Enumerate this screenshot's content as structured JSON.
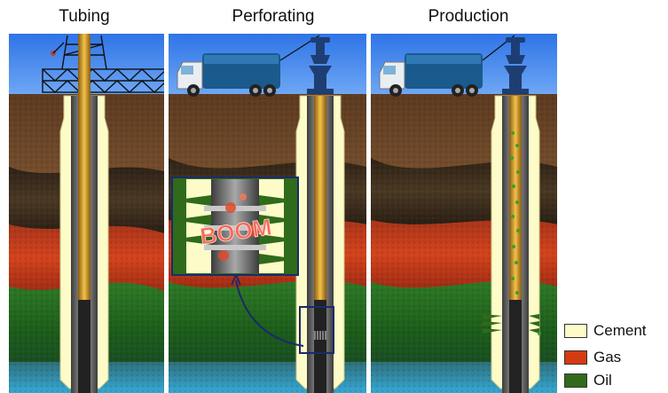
{
  "titles": {
    "tubing": "Tubing",
    "perforating": "Perforating",
    "production": "Production"
  },
  "boom_text": "BOOM",
  "legend": [
    {
      "label": "Cement",
      "color": "#fdfbc8"
    },
    {
      "label": "Gas",
      "color": "#d53a12"
    },
    {
      "label": "Oil",
      "color": "#2f6b1a"
    }
  ],
  "colors": {
    "sky": "#3f86ee",
    "topsoil": "#7a5230",
    "rock": "#3b2a1a",
    "gas_layer": "#c93a1b",
    "oil_layer": "#1f6a1e",
    "water": "#2e8fb8",
    "tubing": "#d99a2a",
    "casing": "#6b6b6b",
    "cement": "#fdfbc8",
    "truck": "#1b5a8c",
    "callout_border": "#1b2a6b"
  }
}
